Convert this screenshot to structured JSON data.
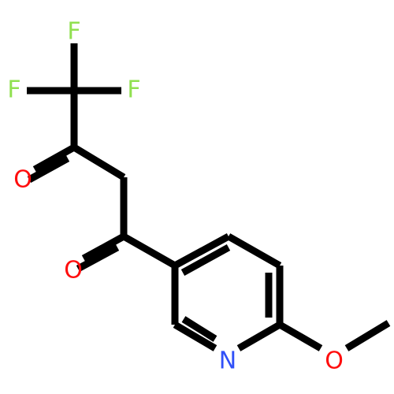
{
  "molecule": {
    "atoms": {
      "f_top": {
        "symbol": "F",
        "color": "#90E050"
      },
      "f_left": {
        "symbol": "F",
        "color": "#90E050"
      },
      "f_right": {
        "symbol": "F",
        "color": "#90E050"
      },
      "o_upper": {
        "symbol": "O",
        "color": "#FF0D0D"
      },
      "o_lower": {
        "symbol": "O",
        "color": "#FF0D0D"
      },
      "n_ring": {
        "symbol": "N",
        "color": "#3050F8"
      },
      "o_ether": {
        "symbol": "O",
        "color": "#FF0D0D"
      }
    },
    "bond_color": "#000000"
  }
}
